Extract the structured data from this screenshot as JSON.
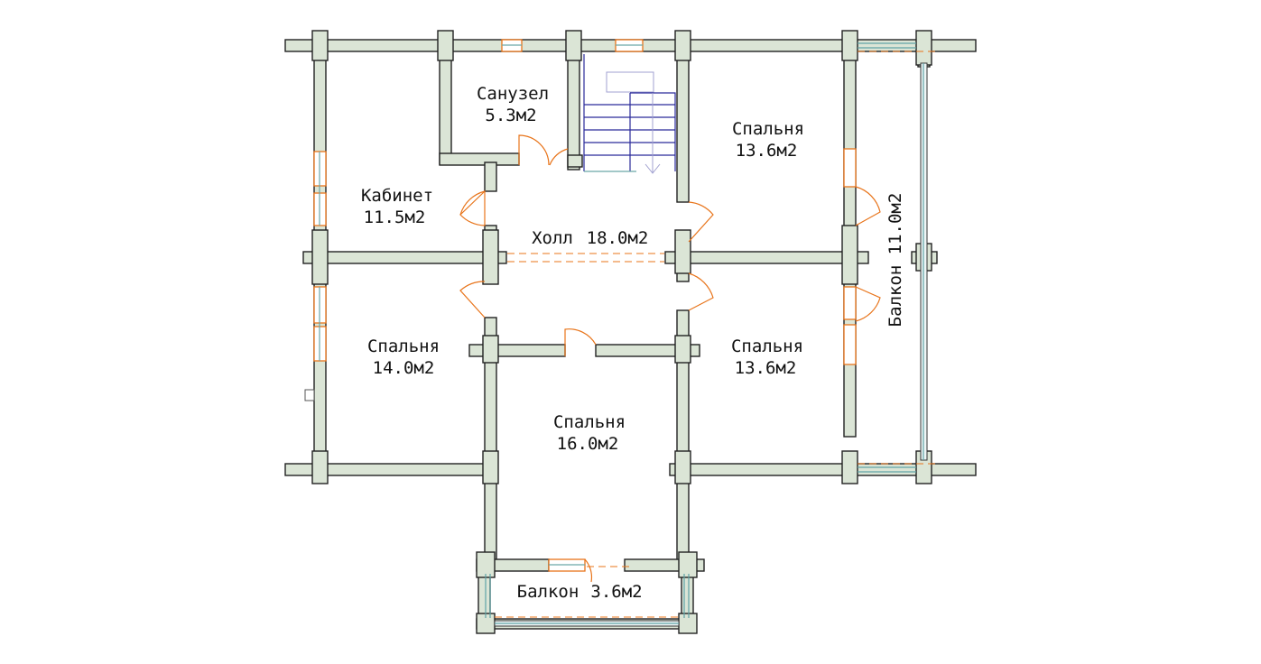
{
  "rooms": [
    {
      "id": "wc",
      "name": "Санузел",
      "area": "5.3м2"
    },
    {
      "id": "office",
      "name": "Кабинет",
      "area": "11.5м2"
    },
    {
      "id": "bed-ne",
      "name": "Спальня",
      "area": "13.6м2"
    },
    {
      "id": "hall",
      "name": "Холл",
      "area": "18.0м2"
    },
    {
      "id": "bed-w",
      "name": "Спальня",
      "area": "14.0м2"
    },
    {
      "id": "bed-e",
      "name": "Спальня",
      "area": "13.6м2"
    },
    {
      "id": "bed-s",
      "name": "Спальня",
      "area": "16.0м2"
    },
    {
      "id": "balcony-e",
      "name": "Балкон",
      "area": "11.0м2"
    },
    {
      "id": "balcony-s",
      "name": "Балкон",
      "area": "3.6м2"
    }
  ]
}
